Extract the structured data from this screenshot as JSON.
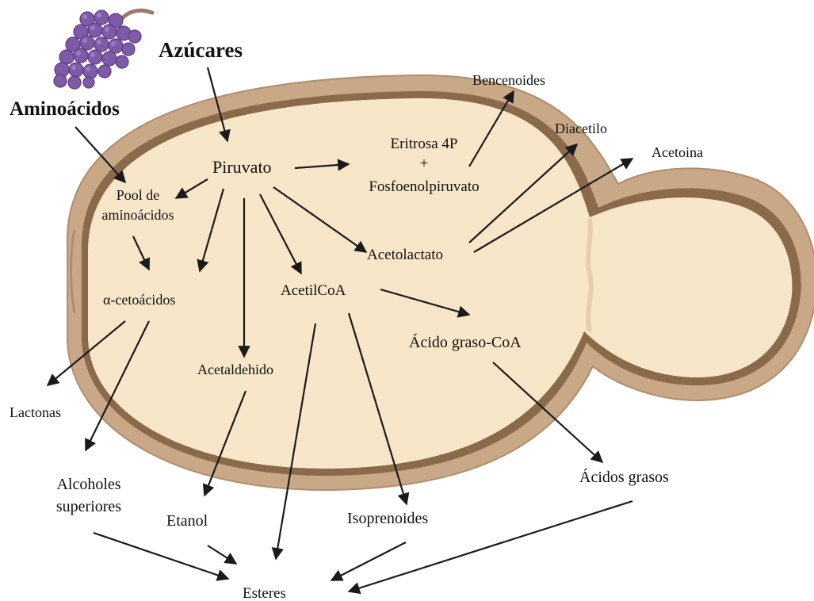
{
  "labels": {
    "azucares": "Azúcares",
    "aminoacidos": "Aminoácidos",
    "piruvato": "Piruvato",
    "pool_line1": "Pool de",
    "pool_line2": "aminoácidos",
    "cetoacidos": "α-cetoácidos",
    "eritrosa_line1": "Eritrosa 4P",
    "eritrosa_line2": "+",
    "eritrosa_line3": "Fosfoenolpiruvato",
    "bencenoides": "Bencenoides",
    "diacetilo": "Diacetilo",
    "acetoina": "Acetoina",
    "acetolactato": "Acetolactato",
    "acetilcoa": "AcetilCoA",
    "acido_graso_coa": "Ácido graso-CoA",
    "acetaldehido": "Acetaldehido",
    "lactonas": "Lactonas",
    "alcoholes_line1": "Alcoholes",
    "alcoholes_line2": "superiores",
    "etanol": "Etanol",
    "isoprenoides": "Isoprenoides",
    "acidos_grasos": "Ácidos grasos",
    "esteres": "Esteres"
  },
  "colors": {
    "cytoplasm": "#f7e6c8",
    "cell_wall": "#c9a888",
    "membrane": "#8a6a4a",
    "grape": "#7e5aa8",
    "grape_dark": "#5a3d80",
    "stem": "#9b7a6a"
  },
  "icons": {
    "grapes": "grapes-icon"
  }
}
